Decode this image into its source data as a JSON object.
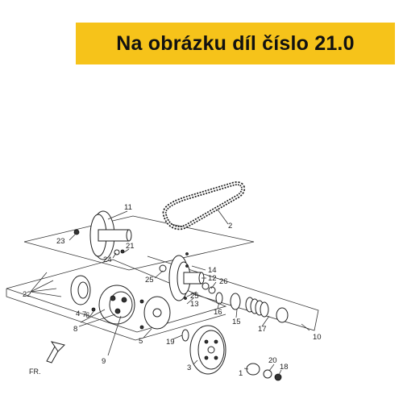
{
  "banner": {
    "text": "Na obrázku díl číslo 21.0",
    "color": "#f6c31a"
  },
  "direction_label": "FR.",
  "callouts": {
    "c1": "1",
    "c2": "2",
    "c3": "3",
    "c4": "4",
    "c5": "5",
    "c6": "6",
    "c7": "7",
    "c8": "8",
    "c9": "9",
    "c10": "10",
    "c11": "11",
    "c12": "12",
    "c13": "13",
    "c14": "14",
    "c15": "15",
    "c16": "16",
    "c17": "17",
    "c18": "18",
    "c19": "19",
    "c20": "20",
    "c21": "21",
    "c22": "22",
    "c23": "23",
    "c24": "24",
    "c25a": "25",
    "c25b": "25",
    "c26": "26"
  }
}
